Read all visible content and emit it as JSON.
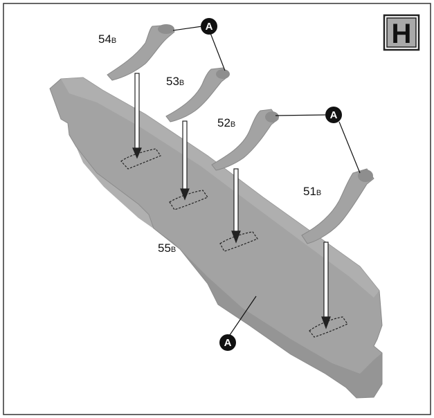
{
  "step": {
    "letter": "H",
    "badge_color": "#a9a9a9"
  },
  "parts": {
    "p54": {
      "num": "54",
      "suffix": "B"
    },
    "p53": {
      "num": "53",
      "suffix": "B"
    },
    "p52": {
      "num": "52",
      "suffix": "B"
    },
    "p51": {
      "num": "51",
      "suffix": "B"
    },
    "p55": {
      "num": "55",
      "suffix": "B"
    }
  },
  "callouts": {
    "a1": "A",
    "a2": "A",
    "a3": "A"
  },
  "colors": {
    "part_fill": "#9c9c9c",
    "part_shade": "#8a8a8a",
    "part_light": "#b5b5b5",
    "frame": "#333333",
    "callout": "#111111"
  }
}
